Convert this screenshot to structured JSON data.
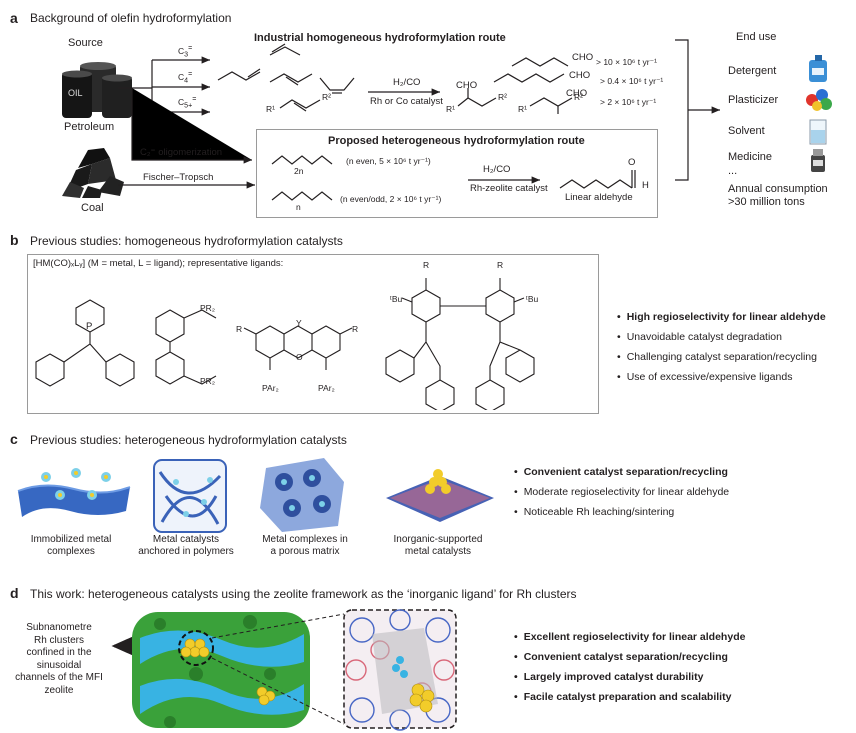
{
  "panel_a": {
    "label": "a",
    "title": "Background of olefin hydroformylation",
    "source_label": "Source",
    "oil_text": "OIL",
    "petroleum_label": "Petroleum",
    "coal_label": "Coal",
    "c3": "C",
    "c3_sub": "3",
    "c4": "C",
    "c4_sub": "4",
    "c5": "C",
    "c5_sub": "5+",
    "eq": "=",
    "industrial_route": "Industrial homogeneous hydroformylation route",
    "h2co": "H₂/CO",
    "rh_co_catalyst": "Rh or Co catalyst",
    "cho": "CHO",
    "r1": "R¹",
    "r2": "R²",
    "rate1": "> 10 × 10⁶ t yr⁻¹",
    "rate2": "> 0.4 × 10⁶ t yr⁻¹",
    "rate3": "> 2 × 10⁶ t yr⁻¹",
    "end_use": "End use",
    "uses": [
      "Detergent",
      "Plasticizer",
      "Solvent",
      "Medicine",
      "..."
    ],
    "annual": "Annual consumption",
    "annual2": ">30 million tons",
    "c2_olig": "C₂⁼ oligomerization",
    "fischer": "Fischer–Tropsch",
    "proposed_route": "Proposed heterogeneous hydroformylation route",
    "n_even": "(n even, 5 × 10⁶ t yr⁻¹)",
    "n_evenodd": "(n even/odd, 2 × 10⁶ t yr⁻¹)",
    "sub_2n": "2n",
    "sub_n": "n",
    "rh_zeolite": "Rh-zeolite catalyst",
    "linear_aldehyde": "Linear aldehyde",
    "o": "O",
    "h": "H"
  },
  "panel_b": {
    "label": "b",
    "title": "Previous studies: homogeneous hydroformylation catalysts",
    "formula": "[HM(CO)ₓLᵧ] (M = metal, L = ligand); representative ligands:",
    "p": "P",
    "pr2": "PR₂",
    "r": "R",
    "y": "Y",
    "o": "O",
    "par2": "PAr₂",
    "tbu": "ᵗBu",
    "bullets": [
      "High regioselectivity for linear aldehyde",
      "Unavoidable catalyst degradation",
      "Challenging catalyst separation/recycling",
      "Use of excessive/expensive ligands"
    ]
  },
  "panel_c": {
    "label": "c",
    "title": "Previous studies: heterogeneous hydroformylation catalysts",
    "captions": [
      [
        "Immobilized metal",
        "complexes"
      ],
      [
        "Metal catalysts",
        "anchored in polymers"
      ],
      [
        "Metal complexes in",
        "a porous matrix"
      ],
      [
        "Inorganic-supported",
        "metal catalysts"
      ]
    ],
    "bullets": [
      "Convenient catalyst separation/recycling",
      "Moderate regioselectivity for linear aldehyde",
      "Noticeable Rh leaching/sintering"
    ]
  },
  "panel_d": {
    "label": "d",
    "title": "This work: heterogeneous catalysts using the zeolite framework as the ‘inorganic ligand’ for Rh clusters",
    "side_text": [
      "Subnanometre",
      "Rh clusters",
      "confined in the",
      "sinusoidal",
      "channels of the MFI",
      "zeolite"
    ],
    "bullets": [
      "Excellent regioselectivity for linear aldehyde",
      "Convenient catalyst separation/recycling",
      "Largely improved catalyst durability",
      "Facile catalyst preparation and scalability"
    ]
  },
  "colors": {
    "accent_blue": "#2e74c0",
    "zeolite_green": "#3aa13a",
    "rh_yellow": "#f2cc2a",
    "text": "#231f20"
  }
}
